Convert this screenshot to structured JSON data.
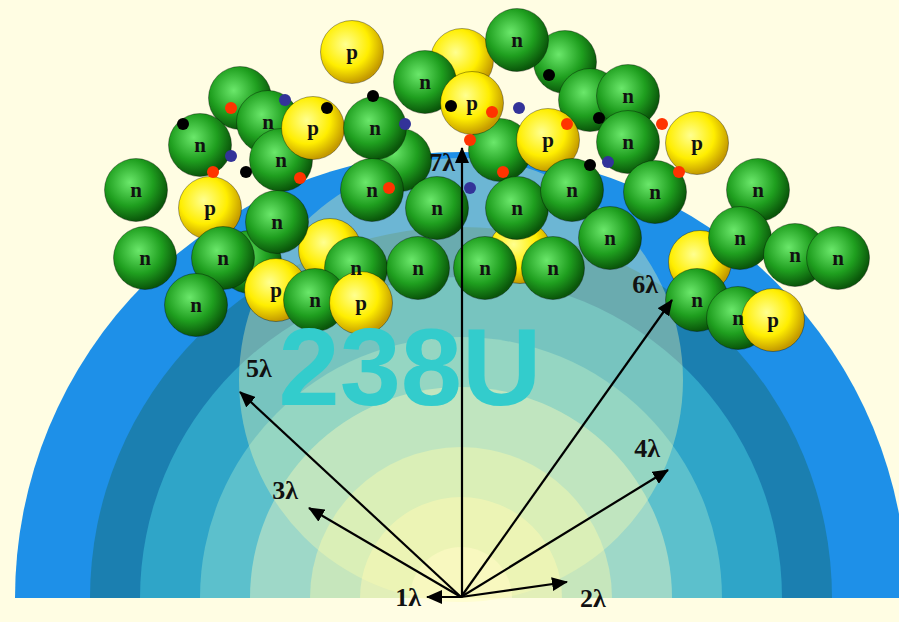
{
  "diagram": {
    "nodes": [
      {
        "text": [
          "p"
        ]
      },
      {
        "text": [
          "n"
        ]
      },
      {
        "text": [
          "n"
        ]
      },
      {
        "text": [
          "p"
        ]
      },
      {
        "text": [
          "n"
        ]
      },
      {
        "text": [
          "n"
        ]
      },
      {
        "text": [
          "n"
        ]
      },
      {
        "text": [
          "n"
        ]
      },
      {
        "text": [
          "p"
        ]
      },
      {
        "text": [
          "n"
        ]
      },
      {
        "text": [
          "p"
        ]
      },
      {
        "text": [
          "n"
        ]
      },
      {
        "text": [
          "p"
        ]
      },
      {
        "text": [
          "n"
        ]
      },
      {
        "text": [
          "p"
        ]
      },
      {
        "text": [
          "n"
        ]
      },
      {
        "text": [
          "n"
        ]
      },
      {
        "text": [
          "n"
        ]
      },
      {
        "text": [
          "n"
        ]
      },
      {
        "text": [
          "n"
        ]
      },
      {
        "text": [
          "n"
        ]
      },
      {
        "text": [
          "n"
        ]
      },
      {
        "text": [
          "n"
        ]
      },
      {
        "text": [
          "n"
        ]
      },
      {
        "text": [
          "n"
        ]
      },
      {
        "text": [
          "n"
        ]
      },
      {
        "text": [
          "n"
        ]
      },
      {
        "text": [
          "n"
        ]
      },
      {
        "text": [
          "n"
        ]
      },
      {
        "text": [
          "n"
        ]
      },
      {
        "text": [
          "n"
        ]
      },
      {
        "text": [
          "n"
        ]
      },
      {
        "text": [
          "n"
        ]
      },
      {
        "text": [
          "p"
        ]
      },
      {
        "text": [
          "n"
        ]
      },
      {
        "text": [
          "p"
        ]
      },
      {
        "text": [
          "n"
        ]
      },
      {
        "text": [
          "n"
        ]
      },
      {
        "text": [
          "p"
        ]
      }
    ],
    "labels": [
      "7λ",
      "6λ",
      "238U",
      "5λ",
      "4λ",
      "3λ",
      "1λ",
      "2λ"
    ]
  }
}
